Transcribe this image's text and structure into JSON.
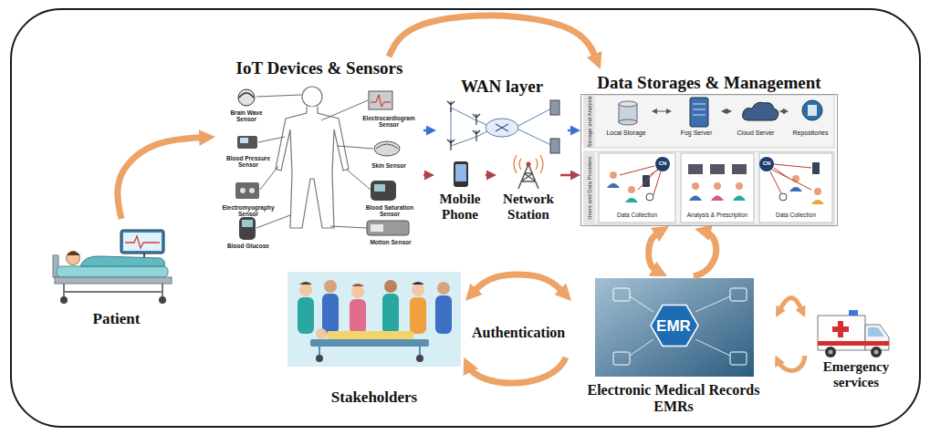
{
  "diagram": {
    "nodes": [
      {
        "text": [
          "Patient"
        ]
      },
      {
        "text": [
          "IoT Devices & Sensors"
        ]
      },
      {
        "text": [
          "WAN layer"
        ]
      },
      {
        "text": [
          "Mobile Phone"
        ]
      },
      {
        "text": [
          "Network Station"
        ]
      },
      {
        "text": [
          "Data Storages & Management"
        ]
      },
      {
        "text": [
          "Local Storage"
        ],
        "in": 5
      },
      {
        "text": [
          "Fog Server"
        ],
        "in": 5
      },
      {
        "text": [
          "Cloud Server"
        ],
        "in": 5
      },
      {
        "text": [
          "Repositories"
        ],
        "in": 5
      },
      {
        "text": [
          "Stakeholders"
        ]
      },
      {
        "text": [
          "EMR",
          "Electronic Medical Records EMRs"
        ]
      },
      {
        "text": [
          "Emergency services"
        ]
      }
    ],
    "edges": [
      {
        "from": 0,
        "to": 1,
        "arrow": "to"
      },
      {
        "from": 1,
        "to": 5,
        "arrow": "to"
      },
      {
        "from": 1,
        "to": 2,
        "arrow": "to"
      },
      {
        "from": 2,
        "to": 5,
        "arrow": "to"
      },
      {
        "from": 1,
        "to": 3,
        "arrow": "to"
      },
      {
        "from": 3,
        "to": 4,
        "arrow": "to"
      },
      {
        "from": 4,
        "to": 5,
        "arrow": "to"
      },
      {
        "from": 6,
        "to": 7,
        "arrow": "both"
      },
      {
        "from": 7,
        "to": 8,
        "arrow": "both"
      },
      {
        "from": 8,
        "to": 9,
        "arrow": "both"
      },
      {
        "from": 5,
        "to": 11,
        "arrow": "both"
      },
      {
        "from": 10,
        "to": 11,
        "label": "Authentication",
        "arrow": "both"
      },
      {
        "from": 11,
        "to": 12,
        "arrow": "both"
      }
    ],
    "labels": [
      "Brain Wave Sensor",
      "Blood Pressure Sensor",
      "Electromyography Sensor",
      "Blood Glucose",
      "Electrocardiogram Sensor",
      "Skin Sensor",
      "Blood Saturation Sensor",
      "Motion Sensor",
      "Storage and Analysis",
      "Users and Data Providers",
      "Data Collection",
      "Analysis & Prescription",
      "Data Collection",
      "CN",
      "CN"
    ]
  }
}
